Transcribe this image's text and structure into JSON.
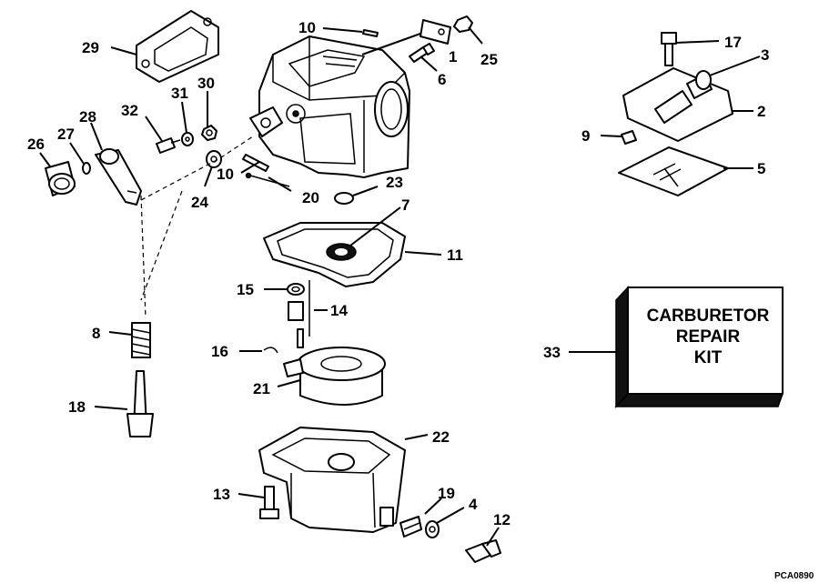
{
  "diagram": {
    "kit_label": [
      "CARBURETOR",
      "REPAIR",
      "KIT"
    ],
    "plate_code": "PCA0890",
    "callouts": [
      {
        "id": "c1",
        "label": "1"
      },
      {
        "id": "c2",
        "label": "2"
      },
      {
        "id": "c3",
        "label": "3"
      },
      {
        "id": "c4",
        "label": "4"
      },
      {
        "id": "c5",
        "label": "5"
      },
      {
        "id": "c6",
        "label": "6"
      },
      {
        "id": "c7",
        "label": "7"
      },
      {
        "id": "c8",
        "label": "8"
      },
      {
        "id": "c9",
        "label": "9"
      },
      {
        "id": "c10a",
        "label": "10"
      },
      {
        "id": "c10b",
        "label": "10"
      },
      {
        "id": "c11",
        "label": "11"
      },
      {
        "id": "c12",
        "label": "12"
      },
      {
        "id": "c13",
        "label": "13"
      },
      {
        "id": "c14",
        "label": "14"
      },
      {
        "id": "c15",
        "label": "15"
      },
      {
        "id": "c16",
        "label": "16"
      },
      {
        "id": "c17",
        "label": "17"
      },
      {
        "id": "c18",
        "label": "18"
      },
      {
        "id": "c19",
        "label": "19"
      },
      {
        "id": "c20",
        "label": "20"
      },
      {
        "id": "c21",
        "label": "21"
      },
      {
        "id": "c22",
        "label": "22"
      },
      {
        "id": "c23",
        "label": "23"
      },
      {
        "id": "c24",
        "label": "24"
      },
      {
        "id": "c25",
        "label": "25"
      },
      {
        "id": "c26",
        "label": "26"
      },
      {
        "id": "c27",
        "label": "27"
      },
      {
        "id": "c28",
        "label": "28"
      },
      {
        "id": "c29",
        "label": "29"
      },
      {
        "id": "c30",
        "label": "30"
      },
      {
        "id": "c31",
        "label": "31"
      },
      {
        "id": "c32",
        "label": "32"
      },
      {
        "id": "c33",
        "label": "33"
      }
    ]
  }
}
